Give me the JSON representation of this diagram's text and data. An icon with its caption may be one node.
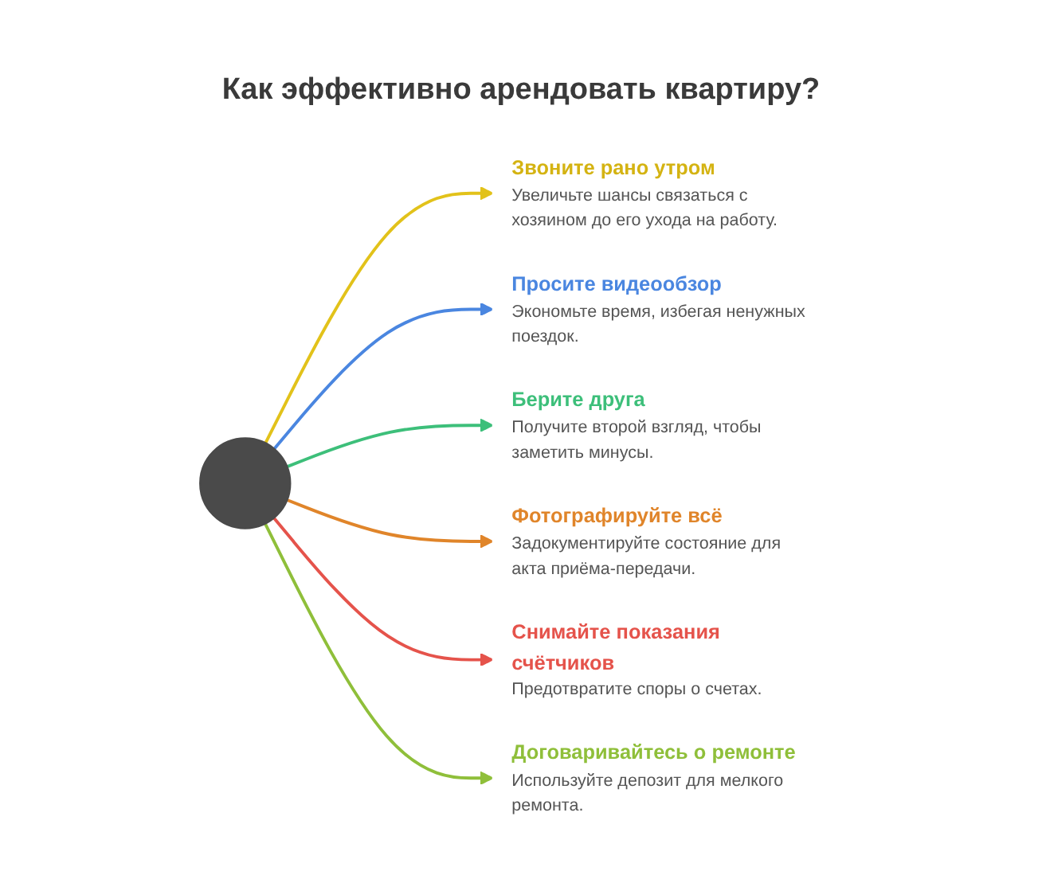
{
  "diagram": {
    "title": "Как эффективно арендовать квартиру?",
    "nodes": [
      {
        "text": [],
        "shape": "circle"
      },
      {
        "text": [
          "Звоните рано утром",
          "Увеличьте шансы связаться с хозяином до его ухода на работу."
        ]
      },
      {
        "text": [
          "Просите видеообзор",
          "Экономьте время, избегая ненужных поездок."
        ]
      },
      {
        "text": [
          "Берите друга",
          "Получите второй взгляд, чтобы заметить минусы."
        ]
      },
      {
        "text": [
          "Фотографируйте всё",
          "Задокументируйте состояние для акта приёма-передачи."
        ]
      },
      {
        "text": [
          "Снимайте показания счётчиков",
          "Предотвратите споры о счетах."
        ]
      },
      {
        "text": [
          "Договаривайтесь о ремонте",
          "Используйте депозит для мелкого ремонта."
        ]
      }
    ],
    "edges": [
      {
        "from": 0,
        "to": 1,
        "arrow": "to",
        "color": "#e2c21a"
      },
      {
        "from": 0,
        "to": 2,
        "arrow": "to",
        "color": "#4a86e0"
      },
      {
        "from": 0,
        "to": 3,
        "arrow": "to",
        "color": "#3dbf7a"
      },
      {
        "from": 0,
        "to": 4,
        "arrow": "to",
        "color": "#e0852a"
      },
      {
        "from": 0,
        "to": 5,
        "arrow": "to",
        "color": "#e5534b"
      },
      {
        "from": 0,
        "to": 6,
        "arrow": "to",
        "color": "#8fbf3a"
      }
    ]
  }
}
